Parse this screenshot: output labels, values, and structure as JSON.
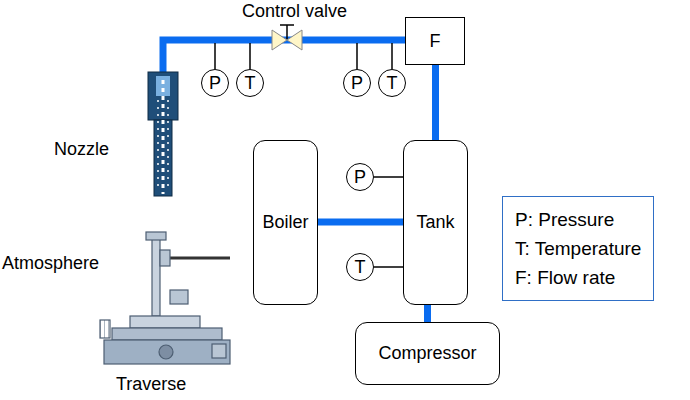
{
  "diagram": {
    "nodes": [
      {
        "text": [
          "P"
        ]
      },
      {
        "text": [
          "T"
        ]
      },
      {
        "text": [
          "P"
        ]
      },
      {
        "text": [
          "T"
        ]
      },
      {
        "text": [
          "F"
        ]
      },
      {
        "text": [
          "Boiler"
        ]
      },
      {
        "text": [
          "P"
        ]
      },
      {
        "text": [
          "Tank"
        ]
      },
      {
        "text": [
          "T"
        ]
      },
      {
        "text": [
          "Compressor"
        ]
      }
    ],
    "edges": [
      {
        "from": 4,
        "to": 7,
        "arrow": "none"
      },
      {
        "from": 5,
        "to": 7,
        "arrow": "none"
      },
      {
        "from": 6,
        "to": 7,
        "arrow": "none"
      },
      {
        "from": 8,
        "to": 7,
        "arrow": "none"
      },
      {
        "from": 7,
        "to": 9,
        "arrow": "none"
      }
    ],
    "labels": [
      "Control valve",
      "Nozzle",
      "Atmosphere",
      "Traverse"
    ],
    "legend": [
      {
        "text": "P: Pressure"
      },
      {
        "text": "T: Temperature"
      },
      {
        "text": "F: Flow rate"
      }
    ]
  }
}
